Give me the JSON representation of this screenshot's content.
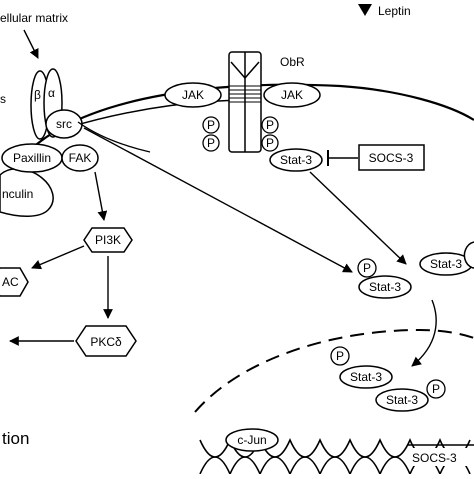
{
  "labels": {
    "ecm": "ellular matrix",
    "leptin": "Leptin",
    "obr": "ObR",
    "jak_left": "JAK",
    "jak_right": "JAK",
    "beta": "β",
    "alpha": "α",
    "s_cut": "s",
    "src": "src",
    "paxillin": "Paxillin",
    "fak": "FAK",
    "vinculin": "nculin",
    "p": "P",
    "stat3": "Stat-3",
    "socs3_box": "SOCS-3",
    "pi3k": "PI3K",
    "ac": "AC",
    "pkc": "PKCδ",
    "tion": "tion",
    "cjun": "c-Jun",
    "socs3_gene": "SOCS-3"
  }
}
